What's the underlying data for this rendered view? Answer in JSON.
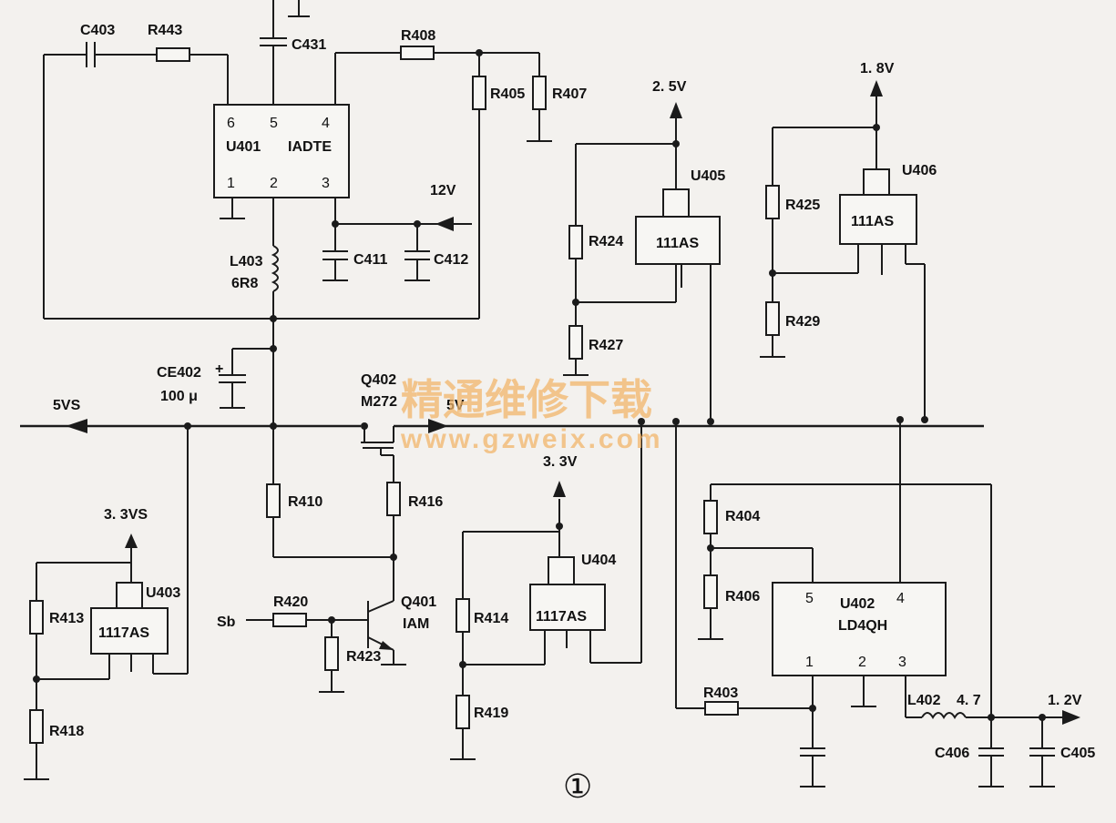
{
  "components": {
    "C403": "C403",
    "R443": "R443",
    "C431": "C431",
    "R408": "R408",
    "R405": "R405",
    "R407": "R407",
    "U401_name": "U401",
    "U401_type": "IADTE",
    "L403": "L403",
    "L403_val": "6R8",
    "C411": "C411",
    "C412": "C412",
    "CE402": "CE402",
    "CE402_val": "100 μ",
    "Q402": "Q402",
    "Q402_type": "M272",
    "R410": "R410",
    "R416": "R416",
    "R420": "R420",
    "R423": "R423",
    "Q401": "Q401",
    "Q401_type": "IAM",
    "U403_name": "U403",
    "U403_type": "1117AS",
    "R413": "R413",
    "R418": "R418",
    "U404_name": "U404",
    "U404_type": "1117AS",
    "R414": "R414",
    "R419": "R419",
    "U405_name": "U405",
    "U405_type": "111AS",
    "R424": "R424",
    "R427": "R427",
    "U406_name": "U406",
    "U406_type": "111AS",
    "R425": "R425",
    "R429": "R429",
    "R404": "R404",
    "R406": "R406",
    "R403": "R403",
    "U402_name": "U402",
    "U402_type": "LD4QH",
    "L402": "L402",
    "L402_val": "4. 7",
    "C406": "C406",
    "C405": "C405"
  },
  "pins": {
    "u401_6": "6",
    "u401_5": "5",
    "u401_4": "4",
    "u401_1": "1",
    "u401_2": "2",
    "u401_3": "3",
    "u402_5": "5",
    "u402_4": "4",
    "u402_1": "1",
    "u402_2": "2",
    "u402_3": "3"
  },
  "nets": {
    "v12": "12V",
    "v5vs": "5VS",
    "v5v": "5V",
    "v33vs": "3. 3VS",
    "v33": "3. 3V",
    "v25": "2. 5V",
    "v18": "1. 8V",
    "v12out": "1. 2V",
    "sb": "Sb"
  },
  "plus_sign": "+",
  "figure_marker": "①",
  "watermark": {
    "cn": "精通维修下载",
    "url": "www.gzweix.com"
  }
}
